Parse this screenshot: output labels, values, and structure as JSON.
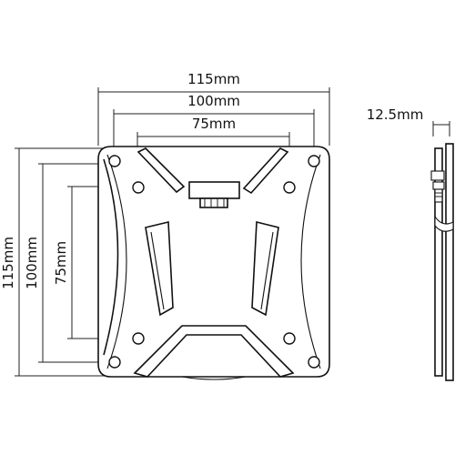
{
  "front_view": {
    "width_labels": [
      "115mm",
      "100mm",
      "75mm"
    ],
    "height_labels": [
      "115mm",
      "100mm",
      "75mm"
    ]
  },
  "side_view": {
    "depth_label": "12.5mm"
  }
}
